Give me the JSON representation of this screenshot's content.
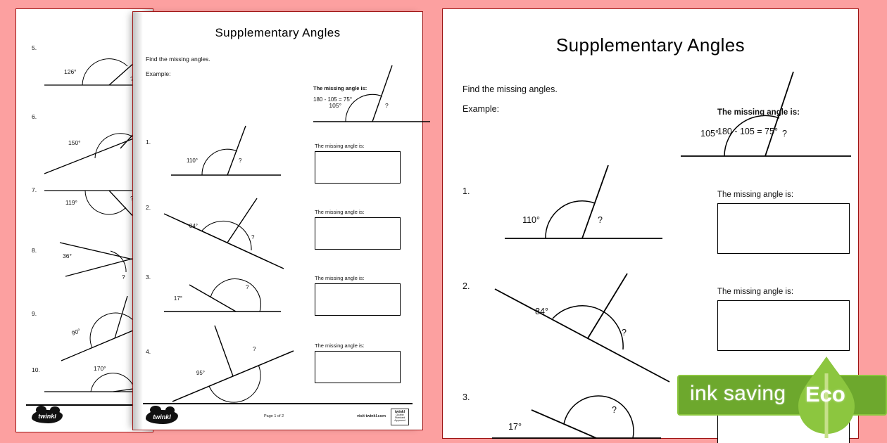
{
  "meta": {
    "background_color": "#FCA0A0",
    "page_border_color": "#9E1414",
    "eco_green": "#6DA82D",
    "eco_leaf_green": "#8CC63F"
  },
  "worksheet": {
    "title": "Supplementary Angles",
    "instruction": "Find the missing angles.",
    "example_label": "Example:",
    "answer_label": "The missing angle is:",
    "example_answer_label": "The missing angle is:",
    "example_answer_value": "180 - 105 = 75°",
    "example_angle": "105°",
    "unknown_marker": "?"
  },
  "page_middle": {
    "title": "Supplementary Angles",
    "instruction": "Find the missing angles.",
    "example_label": "Example:",
    "example_angle": "105°",
    "example_unknown": "?",
    "example_answer_label": "The missing angle is:",
    "example_answer_value": "180 - 105 = 75°",
    "questions": [
      {
        "number": "1.",
        "angle": "110°",
        "unknown": "?",
        "answer_label": "The missing angle is:"
      },
      {
        "number": "2.",
        "angle": "84°",
        "unknown": "?",
        "answer_label": "The missing angle is:"
      },
      {
        "number": "3.",
        "angle": "17°",
        "unknown": "?",
        "answer_label": "The missing angle is:"
      },
      {
        "number": "4.",
        "angle": "95°",
        "unknown": "?",
        "answer_label": "The missing angle is:"
      }
    ],
    "footer": {
      "logo_text": "twinkl",
      "page_number": "Page 1 of 2",
      "visit_text": "visit twinkl.com",
      "badge_line1": "twinkl",
      "badge_line2": "Quality Standard",
      "badge_line3": "Approved"
    }
  },
  "page_right": {
    "title": "Supplementary Angles",
    "instruction": "Find the missing angles.",
    "example_label": "Example:",
    "example_angle": "105°",
    "example_unknown": "?",
    "example_answer_label": "The missing angle is:",
    "example_answer_value": "180 - 105 = 75°",
    "questions": [
      {
        "number": "1.",
        "angle": "110°",
        "unknown": "?",
        "answer_label": "The missing angle is:"
      },
      {
        "number": "2.",
        "angle": "84°",
        "unknown": "?",
        "answer_label": "The missing angle is:"
      },
      {
        "number": "3.",
        "angle": "17°",
        "unknown": "?",
        "answer_label": ""
      }
    ]
  },
  "page_left": {
    "questions": [
      {
        "number": "5.",
        "angle": "126°",
        "unknown": "?"
      },
      {
        "number": "6.",
        "angle": "150°",
        "unknown": "?"
      },
      {
        "number": "7.",
        "angle": "119°",
        "unknown": "?"
      },
      {
        "number": "8.",
        "angle": "36°",
        "unknown": "?"
      },
      {
        "number": "9.",
        "angle": "90°",
        "unknown": "?"
      },
      {
        "number": "10.",
        "angle": "170°",
        "unknown": "?"
      }
    ],
    "footer": {
      "logo_text": "twinkl"
    }
  },
  "eco_badge": {
    "label": "ink saving",
    "word": "Eco"
  }
}
